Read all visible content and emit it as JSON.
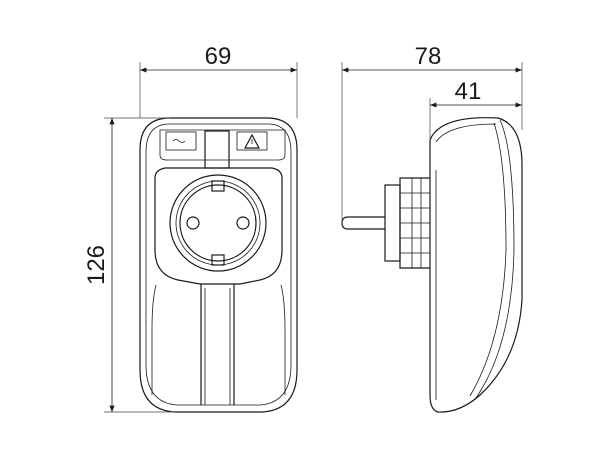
{
  "dimensions": {
    "front_width": "69",
    "height": "126",
    "side_depth_total": "78",
    "side_depth_body": "41"
  },
  "icons": {
    "left_indicator": "tilde-icon",
    "right_indicator": "warning-triangle-icon"
  }
}
